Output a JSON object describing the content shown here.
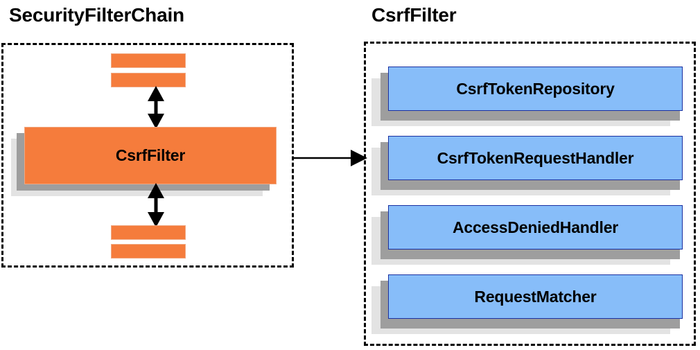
{
  "diagram": {
    "title_left": "SecurityFilterChain",
    "title_right": "CsrfFilter",
    "colors": {
      "node_orange": "#f57c3c",
      "node_orange_border": "#f0a882",
      "node_blue": "#87bdf9",
      "node_blue_border": "#1a2fa0",
      "shadow_near": "#9e9e9e",
      "shadow_far": "#e3e3e3",
      "outline": "#000000",
      "background": "#ffffff"
    }
  },
  "left_panel": {
    "title": "SecurityFilterChain",
    "highlighted_node": {
      "label": "CsrfFilter"
    },
    "filter_bars_above": [
      {
        "label": ""
      },
      {
        "label": ""
      }
    ],
    "filter_bars_below": [
      {
        "label": ""
      },
      {
        "label": ""
      }
    ],
    "connectors": [
      {
        "name": "bidirectional-arrow-above",
        "direction": "both"
      },
      {
        "name": "bidirectional-arrow-below",
        "direction": "both"
      }
    ]
  },
  "right_panel": {
    "title": "CsrfFilter",
    "collaborators": [
      {
        "label": "CsrfTokenRepository"
      },
      {
        "label": "CsrfTokenRequestHandler"
      },
      {
        "label": "AccessDeniedHandler"
      },
      {
        "label": "RequestMatcher"
      }
    ]
  },
  "cross_panel_connector": {
    "name": "expansion-arrow",
    "direction": "right",
    "from": "SecurityFilterChain",
    "to": "CsrfFilter"
  }
}
